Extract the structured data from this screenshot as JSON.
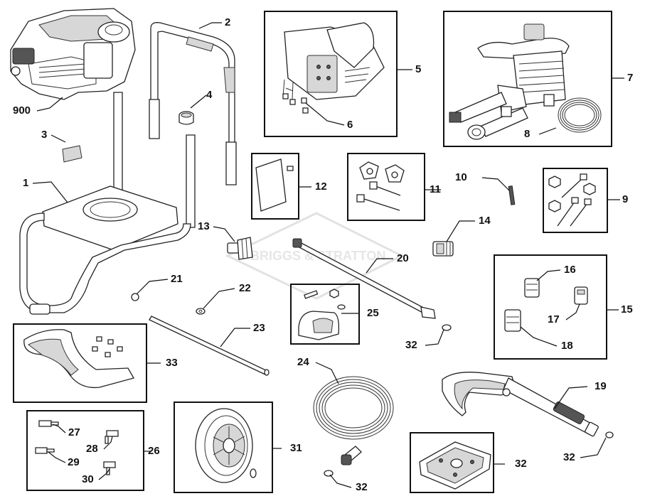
{
  "watermark": {
    "text": "BRIGGS & STRATTON"
  },
  "callouts": {
    "c900": "900",
    "c1": "1",
    "c2": "2",
    "c3": "3",
    "c4": "4",
    "c5": "5",
    "c6": "6",
    "c7": "7",
    "c8": "8",
    "c9": "9",
    "c10": "10",
    "c11": "11",
    "c12": "12",
    "c13": "13",
    "c14": "14",
    "c15": "15",
    "c16": "16",
    "c17": "17",
    "c18": "18",
    "c19": "19",
    "c20": "20",
    "c21": "21",
    "c22": "22",
    "c23": "23",
    "c24": "24",
    "c25": "25",
    "c26": "26",
    "c27": "27",
    "c28": "28",
    "c29": "29",
    "c30": "30",
    "c31": "31",
    "c32a": "32",
    "c32b": "32",
    "c32c": "32",
    "c32d": "32",
    "c33": "33"
  }
}
